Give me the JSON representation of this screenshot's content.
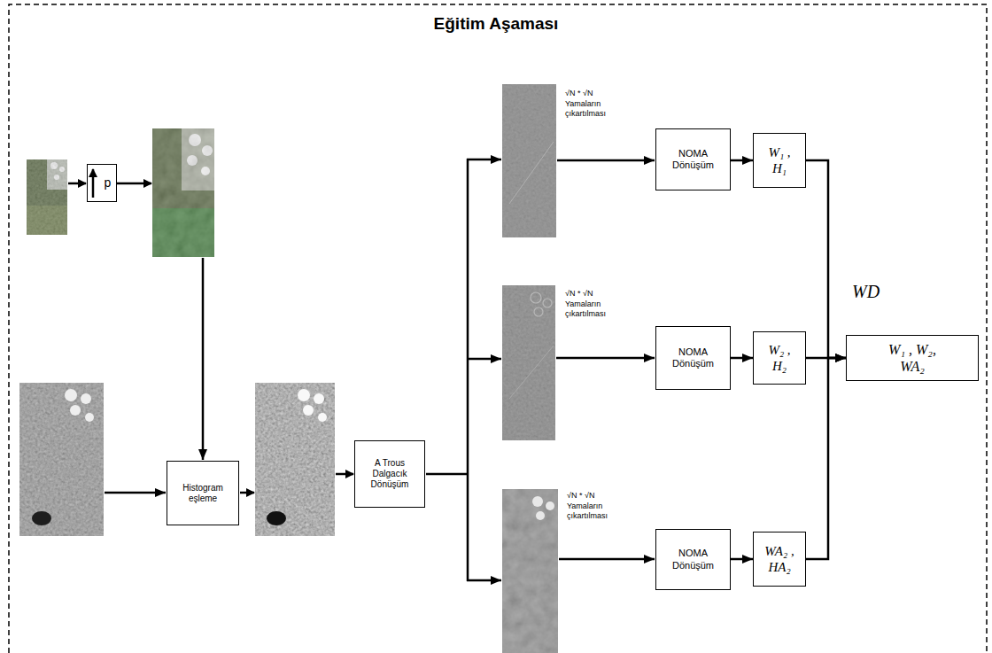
{
  "diagram": {
    "title": "Eğitim Aşaması",
    "nodes": [
      {
        "text": [
          "p"
        ]
      },
      {
        "text": [
          "Histogram eşleme"
        ]
      },
      {
        "text": [
          "A Trous Dalgacık Dönüşüm"
        ]
      },
      {
        "text": [
          "NOMA Dönüşüm"
        ]
      },
      {
        "text": [
          "W₁ , H₁"
        ]
      },
      {
        "text": [
          "NOMA Dönüşüm"
        ]
      },
      {
        "text": [
          "W₂ , H₂"
        ]
      },
      {
        "text": [
          "NOMA Dönüşüm"
        ]
      },
      {
        "text": [
          "WA₂ , HA₂"
        ]
      },
      {
        "text": [
          "WD",
          "W₁ , W₂, WA₂"
        ]
      }
    ],
    "edges": [
      {
        "from": 3,
        "to": 4,
        "arrow": "to"
      },
      {
        "from": 5,
        "to": 6,
        "arrow": "to"
      },
      {
        "from": 7,
        "to": 8,
        "arrow": "to"
      },
      {
        "from": 4,
        "to": 9,
        "arrow": "to"
      },
      {
        "from": 6,
        "to": 9,
        "arrow": "to"
      },
      {
        "from": 8,
        "to": 9,
        "arrow": "to"
      }
    ],
    "labels": [
      "√N * √N Yamaların çıkartılması",
      "√N * √N Yamaların çıkartılması",
      "√N * √N Yamaların çıkartılması"
    ]
  }
}
